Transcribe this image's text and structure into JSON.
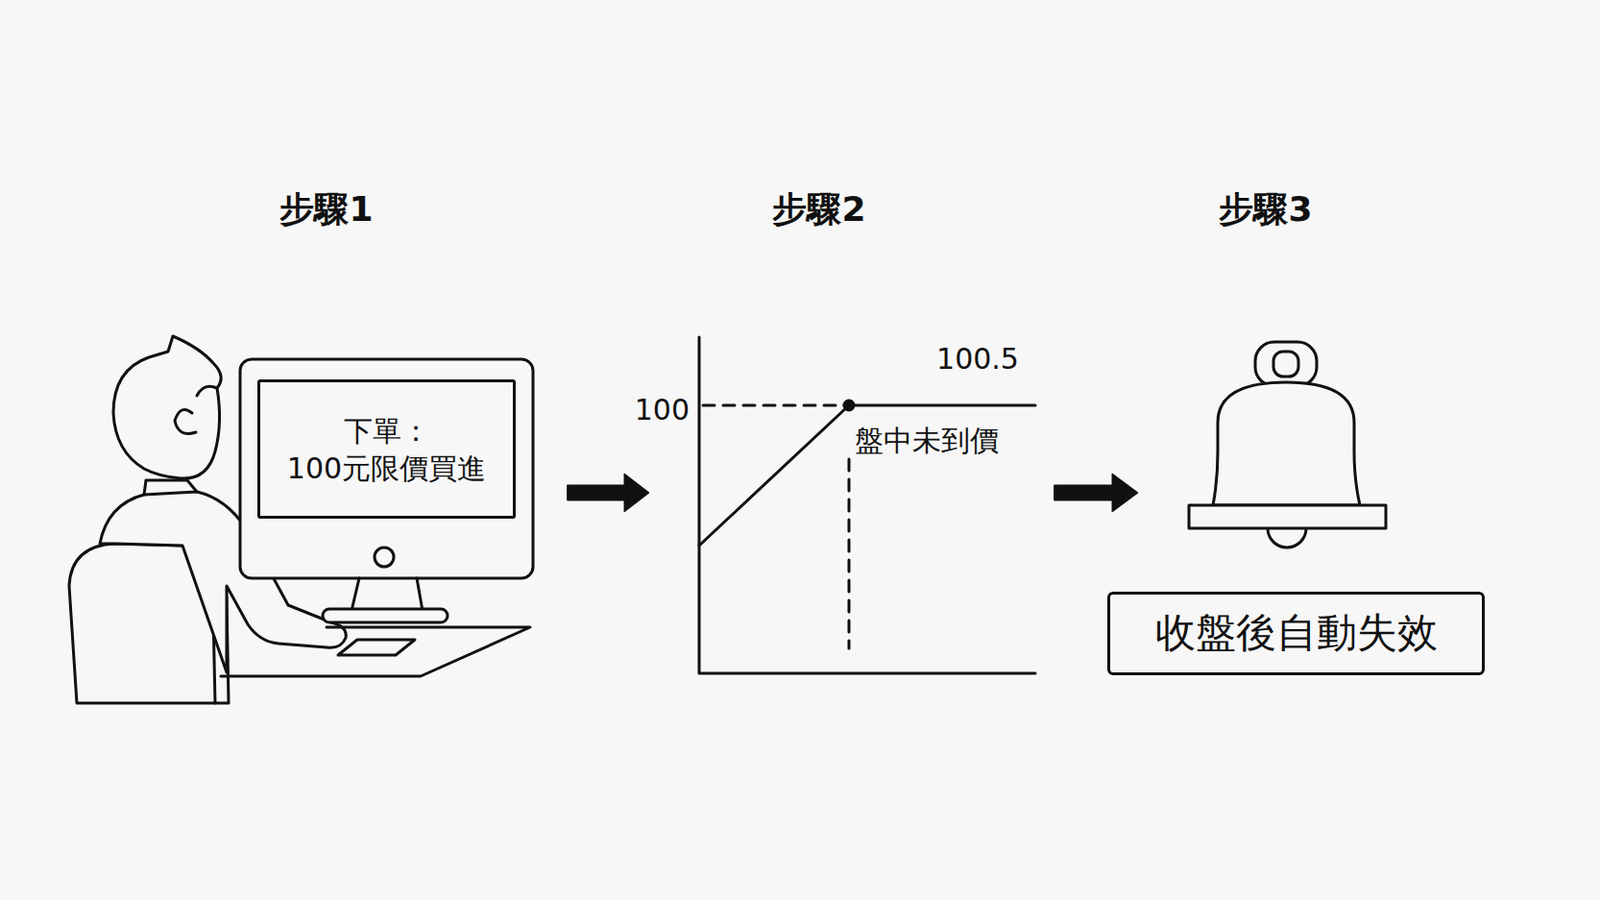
{
  "diagram": {
    "nodes": [
      {
        "text": [
          "下單：",
          "100元限價買進"
        ]
      },
      {
        "text": [
          "收盤後自動失效"
        ]
      }
    ],
    "labels": [
      "步驟1",
      "步驟2",
      "步驟3",
      "100",
      "100.5",
      "盤中未到價"
    ]
  }
}
